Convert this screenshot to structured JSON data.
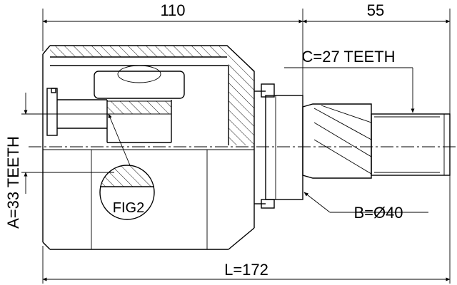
{
  "dimensions": {
    "housing_length": "110",
    "shaft_length": "55",
    "overall_length": "L=172",
    "outer_teeth": "C=27 TEETH",
    "seal_diameter": "B=Ø40",
    "inner_teeth": "A=33 TEETH"
  },
  "labels": {
    "detail": "FIG2"
  }
}
